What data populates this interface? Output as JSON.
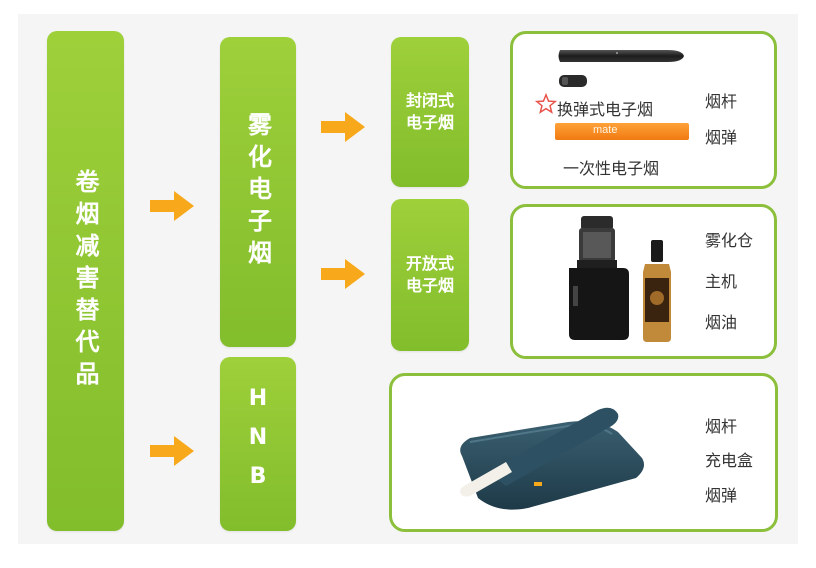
{
  "root": {
    "label": "卷烟减害替代品"
  },
  "categories": [
    {
      "label": "雾化电子烟"
    },
    {
      "label": "HNB"
    }
  ],
  "subtypes": [
    {
      "label": "封闭式电子烟"
    },
    {
      "label": "开放式电子烟"
    }
  ],
  "panels": {
    "closed": {
      "variant_refill": "换弹式电子烟",
      "variant_disposable": "一次性电子烟",
      "component_1": "烟杆",
      "component_2": "烟弹",
      "device_text": "mate"
    },
    "open": {
      "component_1": "雾化仓",
      "component_2": "主机",
      "component_3": "烟油"
    },
    "hnb": {
      "component_1": "烟杆",
      "component_2": "充电盒",
      "component_3": "烟弹"
    }
  },
  "colors": {
    "box_green": "#8cc63f",
    "arrow_orange": "#f7a81b",
    "panel_border": "#8cc03c"
  },
  "icons": [
    "arrow-right-icon",
    "star-icon"
  ]
}
